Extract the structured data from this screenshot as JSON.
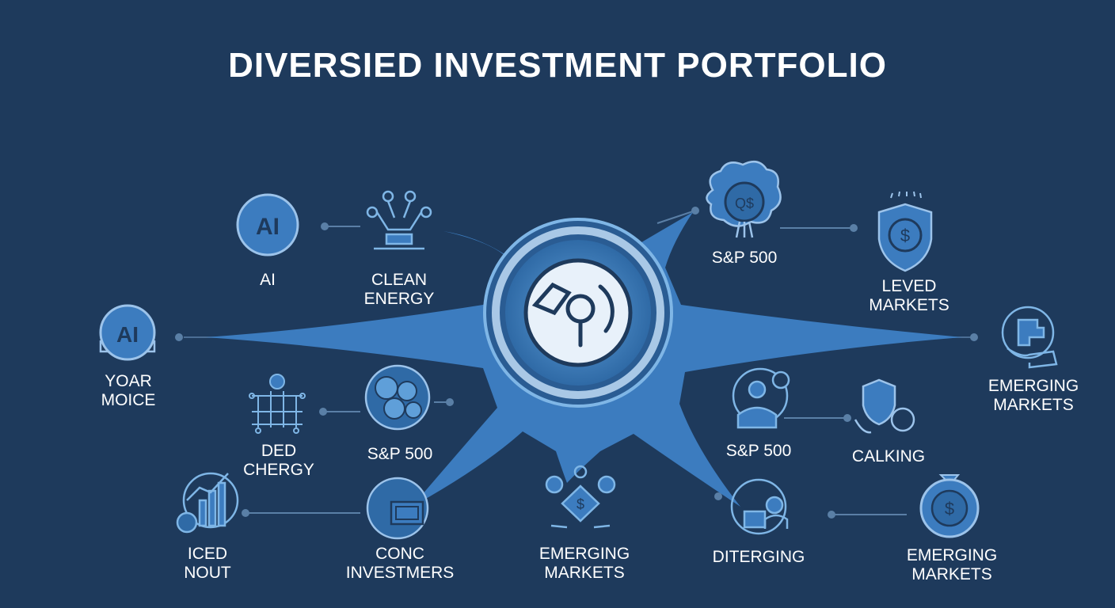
{
  "title": "DIVERSIED INVESTMENT PORTFOLIO",
  "colors": {
    "background": "#1e3a5c",
    "accent": "#4a8fce",
    "accent_light": "#7fb6e6",
    "line": "#5a7fa6",
    "text": "#ffffff"
  },
  "nodes": {
    "ai_top": {
      "icon": "ai-circle-icon",
      "badge": "AI",
      "label": [
        "AI"
      ]
    },
    "clean_energy": {
      "icon": "robotic-network-icon",
      "label": [
        "CLEAN",
        "ENERGY"
      ]
    },
    "sp500_top": {
      "icon": "money-tree-icon",
      "badge": "Q$",
      "label": [
        "S&P 500"
      ]
    },
    "leved_markets": {
      "icon": "dollar-shield-icon",
      "label": [
        "LEVED",
        "MARKETS"
      ]
    },
    "yoar_moice": {
      "icon": "ai-chip-icon",
      "badge": "AI",
      "label": [
        "YOAR",
        "MOICE"
      ]
    },
    "emerging_right": {
      "icon": "puzzle-hand-icon",
      "label": [
        "EMERGING",
        "MARKETS"
      ]
    },
    "ded_chergy": {
      "icon": "circuit-board-icon",
      "label": [
        "DED",
        "CHERGY"
      ]
    },
    "sp500_mid": {
      "icon": "coins-globe-icon",
      "label": [
        "S&P 500"
      ]
    },
    "sp500_right": {
      "icon": "person-network-icon",
      "label": [
        "S&P 500"
      ]
    },
    "calking": {
      "icon": "hand-shield-icon",
      "label": [
        "CALKING"
      ]
    },
    "iced_nout": {
      "icon": "growth-chart-icon",
      "label": [
        "ICED",
        "NOUT"
      ]
    },
    "conc_investmers": {
      "icon": "wallet-globe-icon",
      "label": [
        "CONC",
        "INVESTMERS"
      ]
    },
    "emerging_bottom": {
      "icon": "gears-dollar-icon",
      "label": [
        "EMERGING",
        "MARKETS"
      ]
    },
    "diterging": {
      "icon": "people-cycle-icon",
      "label": [
        "DITERGING"
      ]
    },
    "emerging_bottom_right": {
      "icon": "dollar-medal-icon",
      "label": [
        "EMERGING",
        "MARKETS"
      ]
    }
  },
  "center": {
    "icon": "piggy-bank-search-icon"
  }
}
